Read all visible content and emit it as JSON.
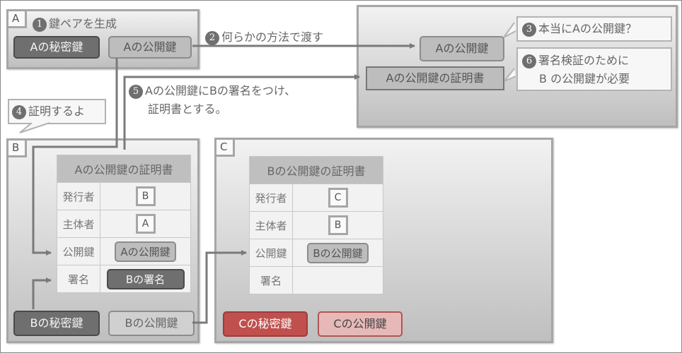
{
  "panels": {
    "a": {
      "tag": "A",
      "step_num": "1",
      "step_text": "鍵ペアを生成",
      "private_key": "Aの秘密鍵",
      "public_key": "Aの公開鍵"
    },
    "receiver": {
      "public_key": "Aの公開鍵",
      "certificate": "Aの公開鍵の証明書",
      "callout3": {
        "num": "3",
        "text": "本当にAの公開鍵？"
      },
      "callout6": {
        "num": "6",
        "line1": "署名検証のために",
        "line2": "B の公開鍵が必要"
      }
    },
    "b": {
      "tag": "B",
      "private_key": "Bの秘密鍵",
      "public_key": "Bの公開鍵",
      "cert": {
        "title": "Aの公開鍵の証明書",
        "rows": [
          {
            "label": "発行者",
            "value": "B"
          },
          {
            "label": "主体者",
            "value": "A"
          },
          {
            "label": "公開鍵",
            "value": "Aの公開鍵"
          },
          {
            "label": "署名",
            "value": "Bの署名"
          }
        ]
      }
    },
    "c": {
      "tag": "C",
      "private_key": "Cの秘密鍵",
      "public_key": "Cの公開鍵",
      "cert": {
        "title": "Bの公開鍵の証明書",
        "rows": [
          {
            "label": "発行者",
            "value": "C"
          },
          {
            "label": "主体者",
            "value": "B"
          },
          {
            "label": "公開鍵",
            "value": "Bの公開鍵"
          },
          {
            "label": "署名",
            "value": ""
          }
        ]
      }
    }
  },
  "steps": {
    "s2": {
      "num": "2",
      "text": "何らかの方法で渡す"
    },
    "s4": {
      "num": "4",
      "text": "証明するよ"
    },
    "s5": {
      "num": "5",
      "line1": "Aの公開鍵にBの署名をつけ、",
      "line2": "証明書とする。"
    }
  },
  "colors": {
    "dark_key": "#6f6f6f",
    "light_key": "#bdbdbd",
    "red_private": "#c0504d",
    "red_public": "#e6b9b8",
    "border": "#a6a6a6"
  }
}
